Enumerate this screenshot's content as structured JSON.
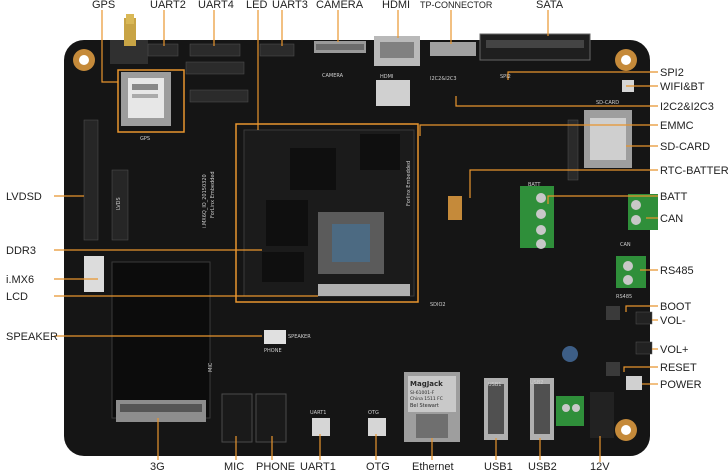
{
  "labels": {
    "top": [
      "GPS",
      "UART2",
      "UART4",
      "LED",
      "UART3",
      "CAMERA",
      "HDMI",
      "TP-CONNECTOR",
      "SATA"
    ],
    "right": [
      "SPI2",
      "WIFI&BT",
      "I2C2&I2C3",
      "EMMC",
      "SD-CARD",
      "RTC-BATTERY",
      "BATT",
      "CAN",
      "RS485",
      "BOOT",
      "VOL-",
      "VOL+",
      "RESET",
      "POWER"
    ],
    "left": [
      "LVDSD",
      "DDR3",
      "i.MX6",
      "LCD",
      "SPEAKER"
    ],
    "bottom": [
      "3G",
      "MIC",
      "PHONE",
      "UART1",
      "OTG",
      "Ethernet",
      "USB1",
      "USB2",
      "12V"
    ]
  },
  "silkscreen": {
    "gps": "GPS",
    "camera": "CAMERA",
    "hdmi": "HDMI",
    "i2c": "I2C2&I2C3",
    "spi": "SPI2",
    "sdcard": "SD-CARD",
    "batt": "BATT",
    "can": "CAN",
    "rs485": "RS485",
    "sdio": "SDIO2",
    "speaker": "SPEAKER",
    "usb1": "USB1",
    "usb2": "USB2",
    "board_id": "i.MX6Q_IO_20150320",
    "vendor": "ForLinx Embedded",
    "core_vendor": "Forlinx Embedded",
    "lvds": "LVDS",
    "magjack": "MagJack",
    "magjack_model": "SI-61001-F",
    "magjack_sub": "China 1511 FC",
    "magjack_brand": "Bel Stewart",
    "mic": "MIC",
    "phone": "PHONE",
    "uart1": "UART1",
    "otg": "OTG"
  },
  "colors": {
    "board": "#121212",
    "callout": "#e8952e",
    "text": "#222222",
    "connector_green": "#2f8f3a",
    "silk": "#cfcfcf"
  }
}
